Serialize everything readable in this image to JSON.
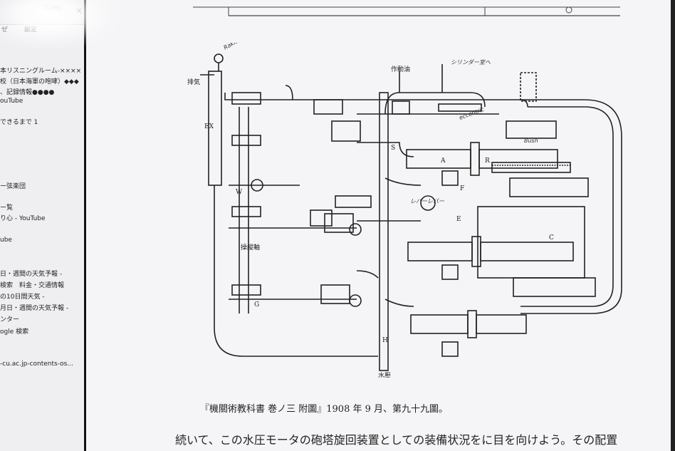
{
  "sidebar": {
    "tabs": [
      "ル(M)"
    ],
    "toolbar": [
      "ぜ",
      "設定"
    ],
    "items": [
      "本リスニングルーム-××××",
      "校（日本海軍の咆哮）◆◆◆",
      "、記録情報●●●●",
      "ouTube",
      "できるまで 1",
      "ー弦楽団",
      "ー覧",
      "り心 - YouTube",
      "ube",
      "日・週間の天気予報 -",
      "検索　料金・交通情報",
      "の10日間天気 -",
      "月日・週間の天気予報 -",
      "ンター",
      "ogle 検索",
      "-cu.ac.jp-contents-os..."
    ]
  },
  "figure": {
    "labels": {
      "top_left_sig": "Rakiso V.Y.",
      "vent": "排気",
      "exhaust": "EX",
      "working_fluid": "作動油",
      "valve_to": "シリンダー室へ",
      "eccentric": "eccentric",
      "bush": "Bush",
      "reversing": "レバーレバー",
      "shaft": "操縦軸",
      "water_pressure": "水壓",
      "letters": [
        "A",
        "R",
        "C",
        "E",
        "F",
        "G",
        "H",
        "S",
        "W"
      ]
    }
  },
  "caption": "『機關術教科書 巻ノ三 附圖』1908 年 9 月、第九十九圖。",
  "body_text": "続いて、この水圧モータの砲塔旋回装置としての装備状況をに目を向けよう。その配置"
}
